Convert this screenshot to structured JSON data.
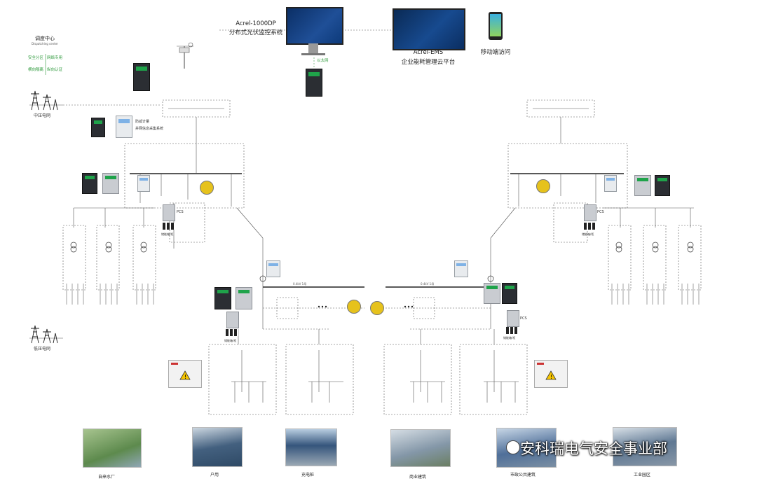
{
  "top": {
    "pv_system_model": "Acrel-1000DP",
    "pv_system_name": "分布式光伏监控系统",
    "ems_model": "Acrel-EMS",
    "ems_name": "企业能耗管理云平台",
    "mobile_label": "移动端访问",
    "ethernet_label": "以太网",
    "dispatch_cn": "调度中心",
    "dispatch_en": "Dispatching center",
    "dispatch_items": [
      "安全分区",
      "网络专用",
      "横向隔离",
      "纵向认证"
    ]
  },
  "grid": {
    "mid_voltage": "中压电网",
    "low_voltage": "低压电网"
  },
  "left_station": {
    "meter_caption_1": "防孤计量",
    "meter_caption_2": "并网信息采集系统",
    "pcs": "PCS",
    "storage": "储能箱/柜",
    "bus_label": "0.4kV 1母"
  },
  "right_station": {
    "pcs": "PCS",
    "storage": "储能箱/柜",
    "bus_label": "0.4kV 1母"
  },
  "center": {
    "pcs": "PCS",
    "storage_left": "储能箱/柜",
    "storage_right": "储能箱/柜"
  },
  "sites": [
    {
      "name": "自来水厂",
      "color": "#6f9a5a"
    },
    {
      "name": "户用",
      "color": "#4f6f8f"
    },
    {
      "name": "充电桩",
      "color": "#5a7fa8"
    },
    {
      "name": "商业建筑",
      "color": "#8a9aa6"
    },
    {
      "name": "市政公共建筑",
      "color": "#6c88ad"
    },
    {
      "name": "工业园区",
      "color": "#7890a8"
    }
  ],
  "watermark": "安科瑞电气安全事业部"
}
